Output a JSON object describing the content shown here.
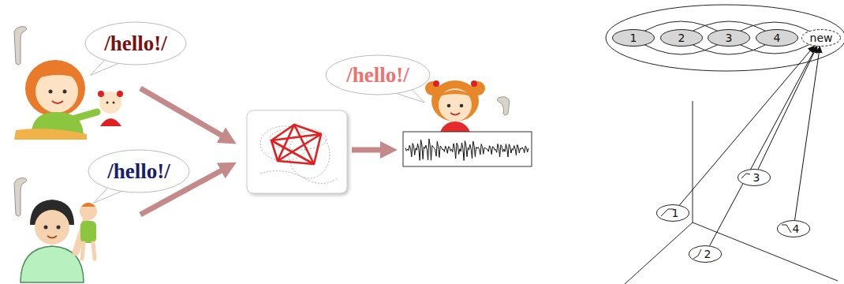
{
  "diagram": {
    "nodes": [
      {
        "text": [
          "/hello!/"
        ]
      },
      {
        "text": [
          "/hello!/"
        ]
      },
      {
        "text": [
          "/hello!/"
        ]
      },
      {
        "text": [
          "1"
        ]
      },
      {
        "text": [
          "2"
        ]
      },
      {
        "text": [
          "3"
        ]
      },
      {
        "text": [
          "4"
        ]
      },
      {
        "text": [
          "new"
        ]
      },
      {
        "text": [
          "1"
        ]
      },
      {
        "text": [
          "2"
        ]
      },
      {
        "text": [
          "3"
        ]
      },
      {
        "text": [
          "4"
        ]
      }
    ],
    "edges": [
      {
        "from": 8,
        "to": 7,
        "arrow": "to"
      },
      {
        "from": 9,
        "to": 7,
        "arrow": "to"
      },
      {
        "from": 10,
        "to": 7,
        "arrow": "to"
      },
      {
        "from": 11,
        "to": 7,
        "arrow": "to"
      }
    ]
  }
}
